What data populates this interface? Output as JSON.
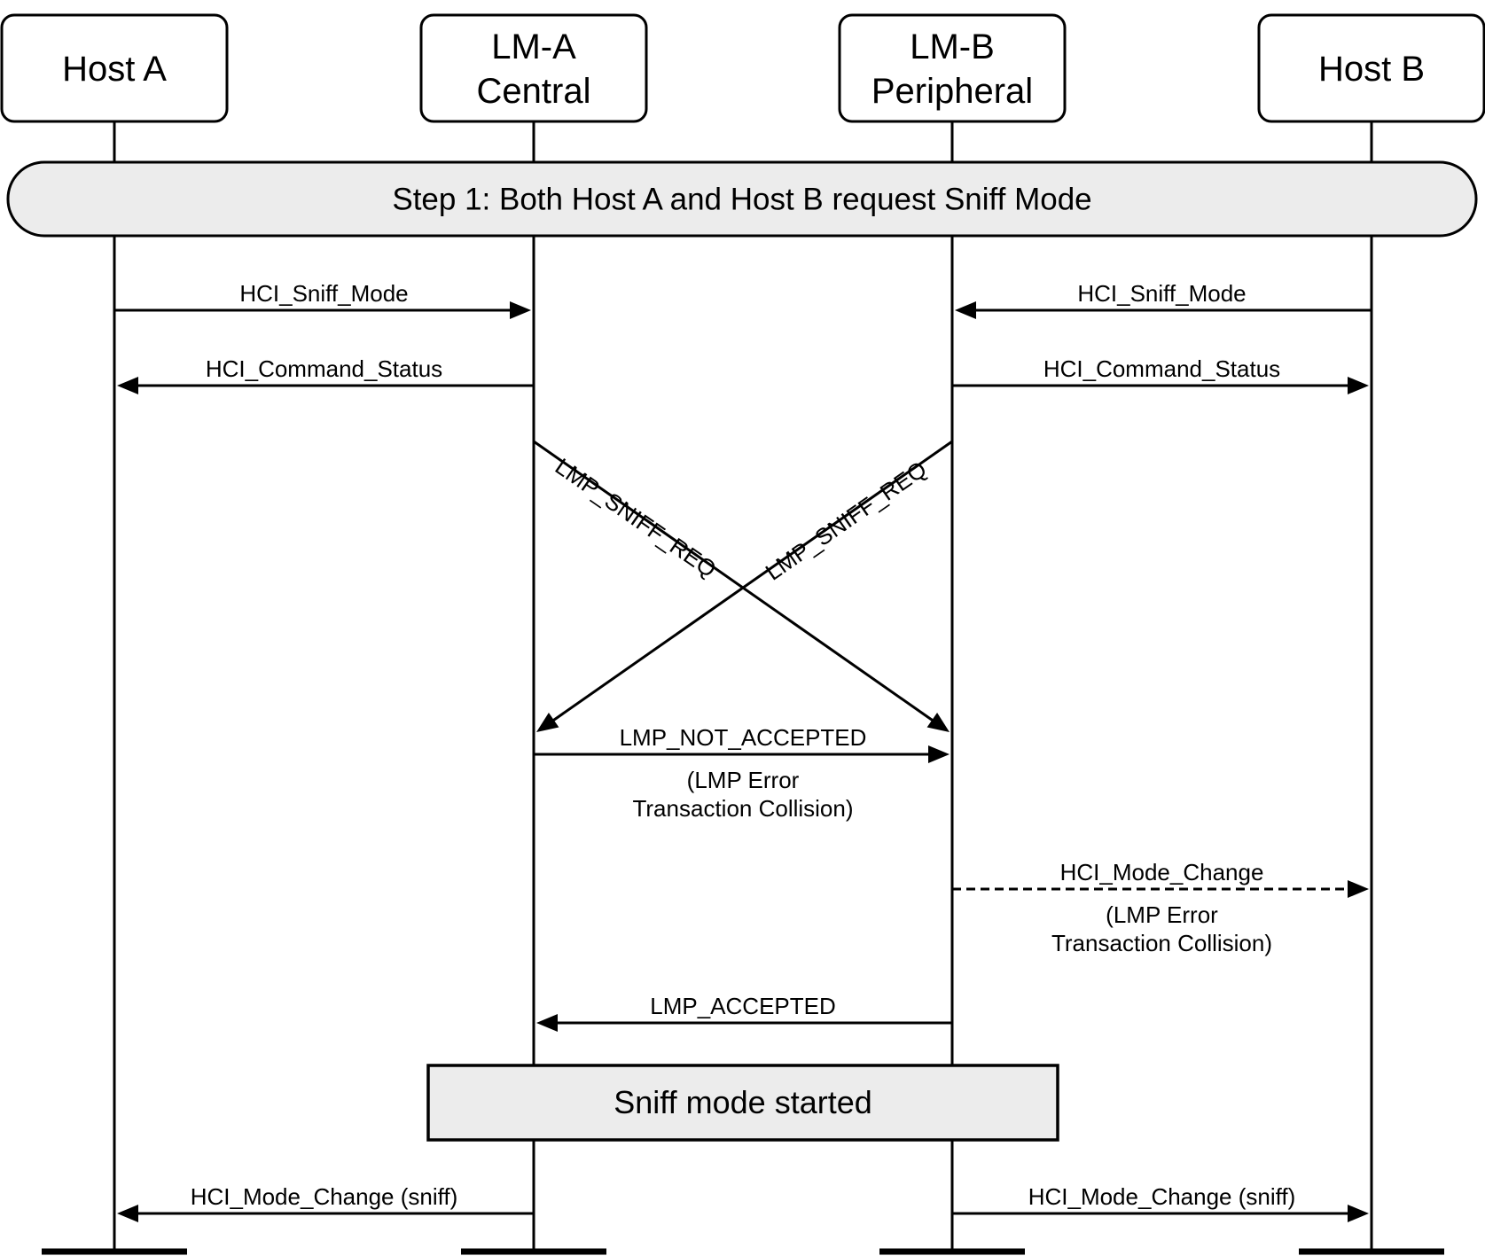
{
  "participants": [
    {
      "id": "hostA",
      "lines": [
        "Host A"
      ]
    },
    {
      "id": "lmA",
      "lines": [
        "LM-A",
        "Central"
      ]
    },
    {
      "id": "lmB",
      "lines": [
        "LM-B",
        "Peripheral"
      ]
    },
    {
      "id": "hostB",
      "lines": [
        "Host B"
      ]
    }
  ],
  "step": {
    "label": "Step 1:  Both Host A and Host B request Sniff Mode"
  },
  "messages": [
    {
      "id": "m1",
      "from": "hostA",
      "to": "lmA",
      "lines": [
        "HCI_Sniff_Mode"
      ],
      "style": "solid"
    },
    {
      "id": "m2",
      "from": "hostB",
      "to": "lmB",
      "lines": [
        "HCI_Sniff_Mode"
      ],
      "style": "solid"
    },
    {
      "id": "m3",
      "from": "lmA",
      "to": "hostA",
      "lines": [
        "HCI_Command_Status"
      ],
      "style": "solid"
    },
    {
      "id": "m4",
      "from": "lmB",
      "to": "hostB",
      "lines": [
        "HCI_Command_Status"
      ],
      "style": "solid"
    },
    {
      "id": "m5",
      "from": "lmA",
      "to": "lmB",
      "lines": [
        "LMP_SNIFF_REQ"
      ],
      "style": "solid",
      "crossing": true
    },
    {
      "id": "m6",
      "from": "lmB",
      "to": "lmA",
      "lines": [
        "LMP_SNIFF_REQ"
      ],
      "style": "solid",
      "crossing": true
    },
    {
      "id": "m7",
      "from": "lmA",
      "to": "lmB",
      "lines": [
        "LMP_NOT_ACCEPTED",
        "(LMP Error",
        "Transaction Collision)"
      ],
      "style": "solid"
    },
    {
      "id": "m8",
      "from": "lmB",
      "to": "hostB",
      "lines": [
        "HCI_Mode_Change",
        "(LMP Error",
        "Transaction Collision)"
      ],
      "style": "dashed"
    },
    {
      "id": "m9",
      "from": "lmB",
      "to": "lmA",
      "lines": [
        "LMP_ACCEPTED"
      ],
      "style": "solid"
    },
    {
      "id": "m10",
      "from": "lmA",
      "to": "hostA",
      "lines": [
        "HCI_Mode_Change (sniff)"
      ],
      "style": "solid"
    },
    {
      "id": "m11",
      "from": "lmB",
      "to": "hostB",
      "lines": [
        "HCI_Mode_Change (sniff)"
      ],
      "style": "solid"
    }
  ],
  "state": {
    "label": "Sniff mode started"
  }
}
